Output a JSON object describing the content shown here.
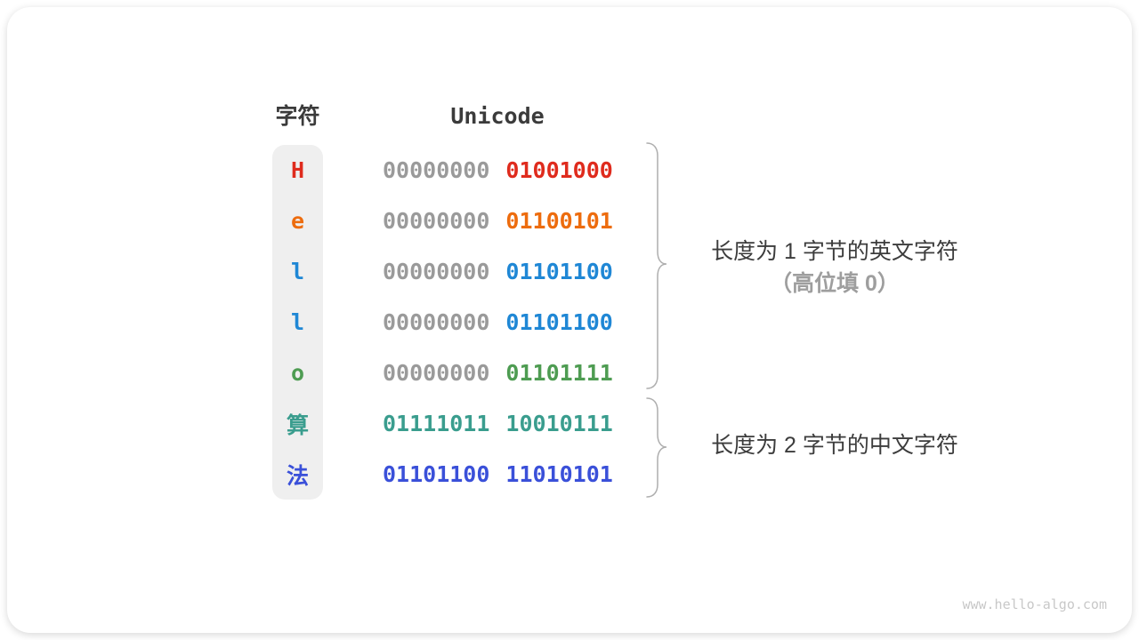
{
  "card": {
    "watermark": "www.hello-algo.com"
  },
  "table": {
    "headers": {
      "char": "字符",
      "unicode": "Unicode"
    },
    "rows": [
      {
        "char": "H",
        "byte1": "00000000",
        "byte2": "01001000",
        "color": "red",
        "byte1_muted": true
      },
      {
        "char": "e",
        "byte1": "00000000",
        "byte2": "01100101",
        "color": "orange",
        "byte1_muted": true
      },
      {
        "char": "l",
        "byte1": "00000000",
        "byte2": "01101100",
        "color": "blue",
        "byte1_muted": true
      },
      {
        "char": "l",
        "byte1": "00000000",
        "byte2": "01101100",
        "color": "blue",
        "byte1_muted": true
      },
      {
        "char": "o",
        "byte1": "00000000",
        "byte2": "01101111",
        "color": "green",
        "byte1_muted": true
      },
      {
        "char": "算",
        "byte1": "01111011",
        "byte2": "10010111",
        "color": "teal",
        "byte1_muted": false
      },
      {
        "char": "法",
        "byte1": "01101100",
        "byte2": "11010101",
        "color": "indigo",
        "byte1_muted": false
      }
    ]
  },
  "annotations": {
    "english": {
      "line1": "长度为 1 字节的英文字符",
      "line2": "（高位填 0）"
    },
    "chinese": {
      "line1": "长度为 2 字节的中文字符"
    }
  },
  "palette": {
    "red": "#df2b1d",
    "orange": "#ed6c0e",
    "blue": "#1f87d5",
    "green": "#4e9c52",
    "teal": "#3a9d8e",
    "indigo": "#3a50d9",
    "muted": "#9a9a9a",
    "heading": "#3b3b3b",
    "note_gray": "#9e9e9e",
    "brace": "#aeaeae",
    "column_bg": "#efefef",
    "watermark": "#c8c8c8"
  }
}
